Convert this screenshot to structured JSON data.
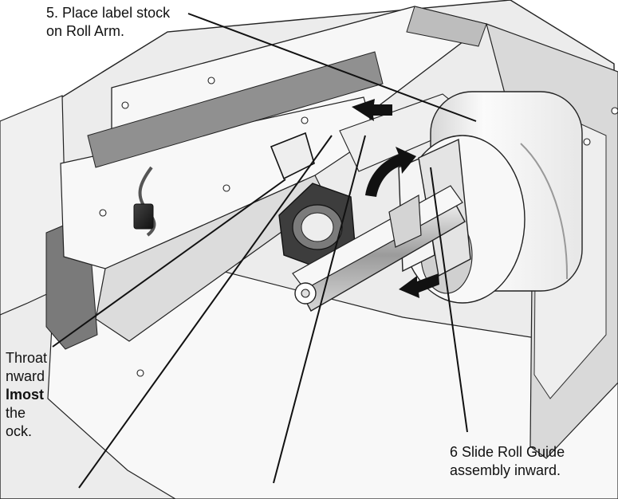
{
  "callouts": {
    "label_stock": {
      "line1": "5. Place label stock",
      "line2": "on Roll Arm."
    },
    "throat": {
      "line1": "Throat",
      "line2": "nward",
      "line3": "lmost",
      "line4": "the",
      "line5": "ock."
    },
    "slide_roll_guide": {
      "line1": "6 Slide Roll Guide",
      "line2": "assembly inward."
    }
  },
  "colors": {
    "outline": "#222222",
    "panel_light": "#f4f4f4",
    "panel_mid": "#d8d8d8",
    "panel_dark": "#8c8c8c",
    "panel_black": "#2a2a2a",
    "arrow": "#111111"
  }
}
